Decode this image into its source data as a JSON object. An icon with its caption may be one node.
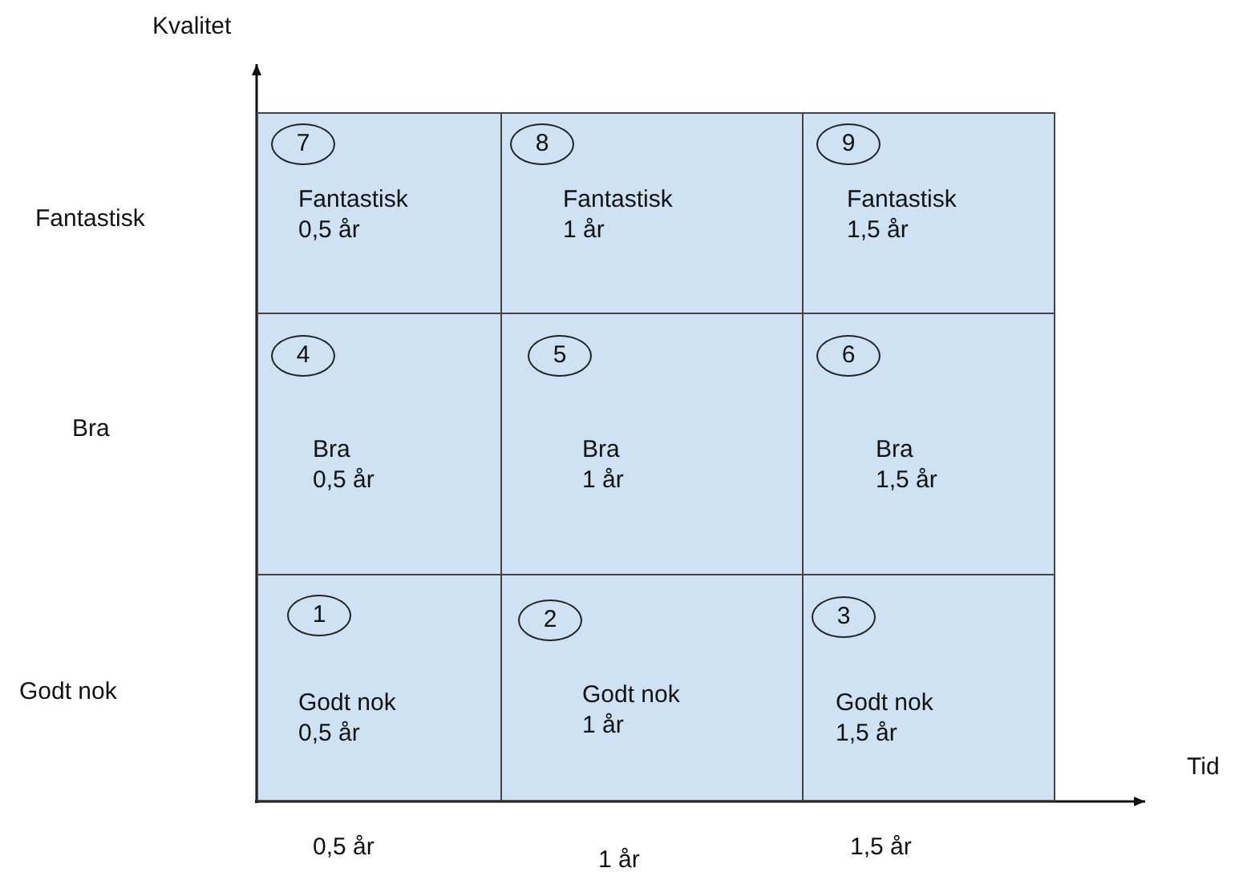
{
  "diagram": {
    "nodes": [
      {
        "text": [
          "Fantastisk",
          "0,5 år"
        ]
      },
      {
        "text": [
          "7"
        ],
        "in": 0
      },
      {
        "text": [
          "Fantastisk",
          "1 år"
        ]
      },
      {
        "text": [
          "8"
        ],
        "in": 2
      },
      {
        "text": [
          "Fantastisk",
          "1,5 år"
        ]
      },
      {
        "text": [
          "9"
        ],
        "in": 4
      },
      {
        "text": [
          "Bra",
          "0,5 år"
        ]
      },
      {
        "text": [
          "4"
        ],
        "in": 6
      },
      {
        "text": [
          "Bra",
          "1 år"
        ]
      },
      {
        "text": [
          "5"
        ],
        "in": 8
      },
      {
        "text": [
          "Bra",
          "1,5 år"
        ]
      },
      {
        "text": [
          "6"
        ],
        "in": 10
      },
      {
        "text": [
          "Godt nok",
          "0,5 år"
        ]
      },
      {
        "text": [
          "1"
        ],
        "in": 12
      },
      {
        "text": [
          "Godt nok",
          "1 år"
        ]
      },
      {
        "text": [
          "2"
        ],
        "in": 14
      },
      {
        "text": [
          "Godt nok",
          "1,5 år"
        ]
      },
      {
        "text": [
          "3"
        ],
        "in": 16
      }
    ],
    "edges": [],
    "labels": [
      "Kvalitet",
      "Fantastisk",
      "Bra",
      "Godt nok",
      "Tid",
      "0,5 år",
      "1 år",
      "1,5 år"
    ]
  }
}
